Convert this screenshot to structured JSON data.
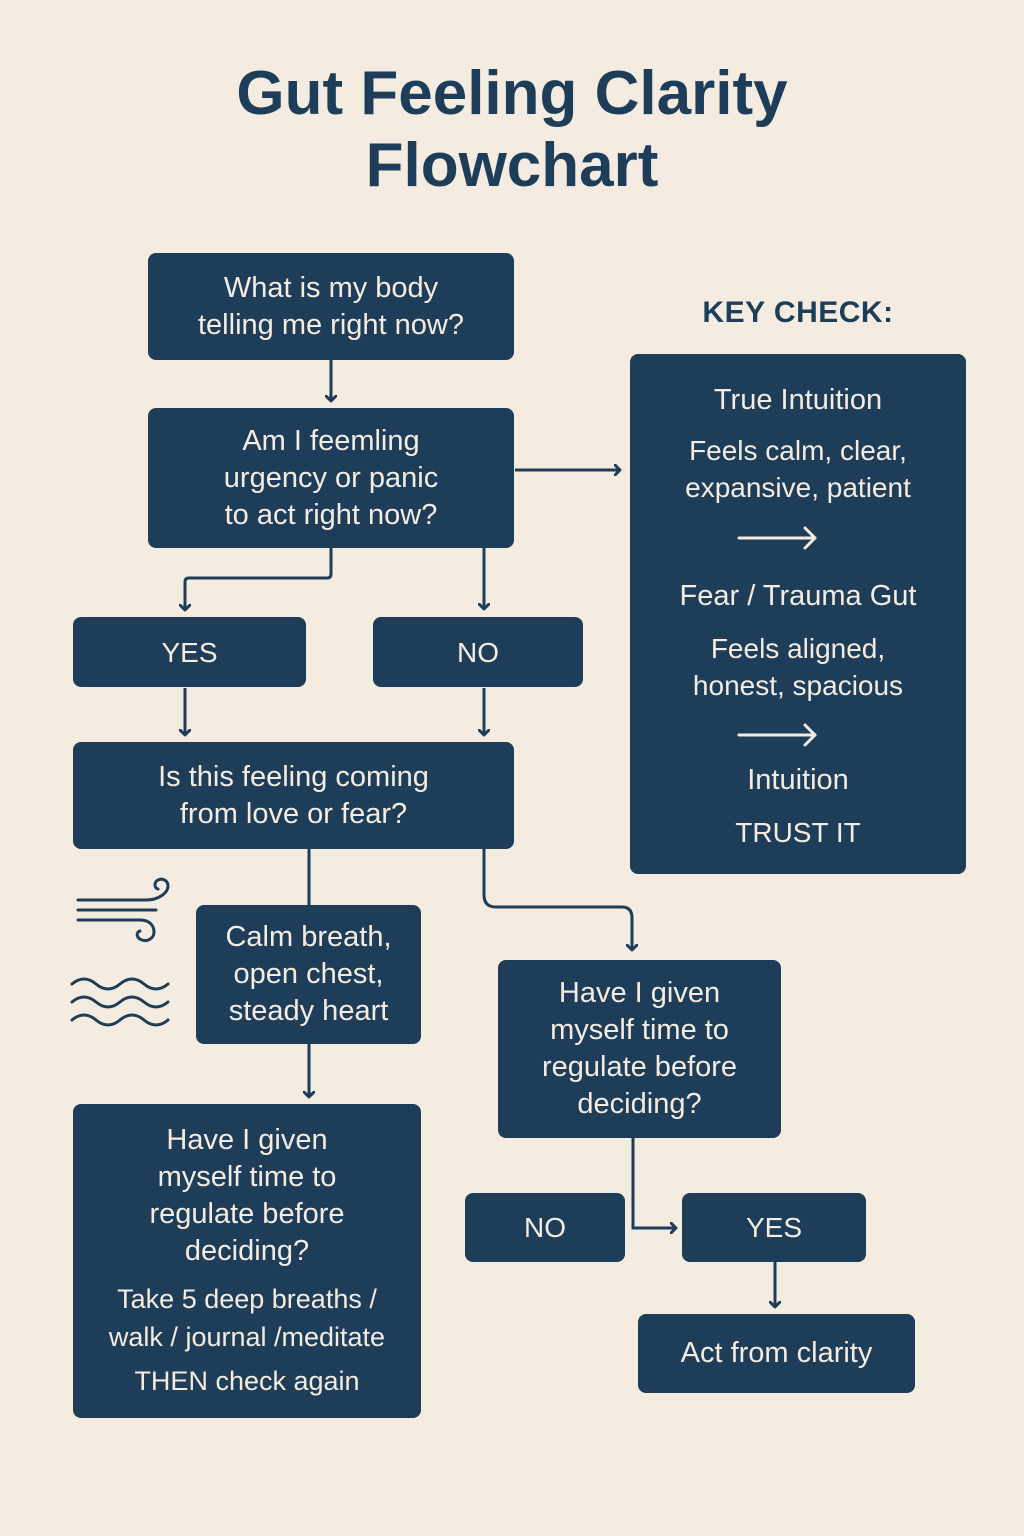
{
  "title": {
    "line1": "Gut Feeling Clarity",
    "line2": "Flowchart"
  },
  "colors": {
    "background": "#f4ece1",
    "box": "#1e3d58",
    "box_text": "#f4ece1"
  },
  "nodes": {
    "body_question": {
      "lines": [
        "What is my body",
        "telling me right now?"
      ]
    },
    "urgency_question": {
      "lines": [
        "Am I feemling",
        "urgency or panic",
        "to act right now?"
      ]
    },
    "yes_left": "YES",
    "no_left": "NO",
    "love_fear_question": {
      "lines": [
        "Is this feeling coming",
        "from love or fear?"
      ]
    },
    "calm_signs": {
      "lines": [
        "Calm breath,",
        "open chest,",
        "steady heart"
      ]
    },
    "regulate_left": {
      "lines": [
        "Have I given",
        "myself time to",
        "regulate before",
        "deciding?"
      ],
      "advice": [
        "Take 5 deep breaths /",
        "walk / journal /meditate"
      ],
      "then": "THEN check again"
    },
    "regulate_right": {
      "lines": [
        "Have I given",
        "myself time to",
        "regulate before",
        "deciding?"
      ]
    },
    "no_right": "NO",
    "yes_right": "YES",
    "act": "Act from clarity"
  },
  "key_check": {
    "title": "KEY CHECK:",
    "true_intuition": {
      "heading": "True Intuition",
      "lines": [
        "Feels calm, clear,",
        "expansive, patient"
      ]
    },
    "fear_trauma": {
      "heading": "Fear / Trauma Gut",
      "lines": [
        "Feels aligned,",
        "honest, spacious"
      ]
    },
    "intuition": {
      "heading": "Intuition",
      "action": "TRUST IT"
    }
  },
  "icons": [
    "wind-icon",
    "waves-icon",
    "arrow-right-icon"
  ]
}
